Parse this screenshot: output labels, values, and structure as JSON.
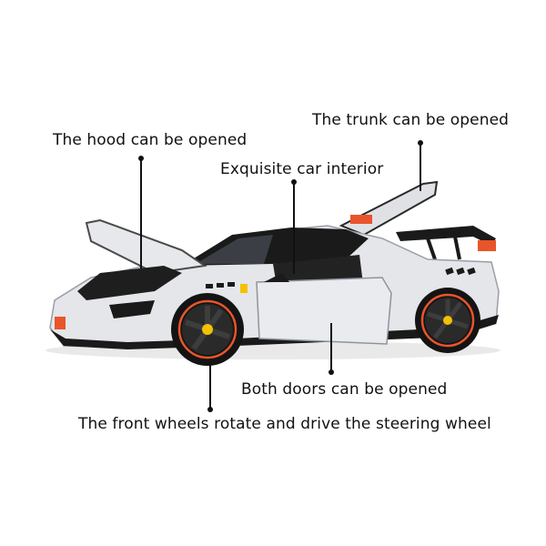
{
  "callouts": {
    "trunk": "The trunk can be opened",
    "hood": "The hood can be opened",
    "interior": "Exquisite car interior",
    "doors": "Both doors can be opened",
    "wheels": "The front wheels rotate and drive the steering wheel"
  },
  "colors": {
    "body": "#e4e6ea",
    "black": "#1a1a1a",
    "accent": "#e8552a"
  }
}
